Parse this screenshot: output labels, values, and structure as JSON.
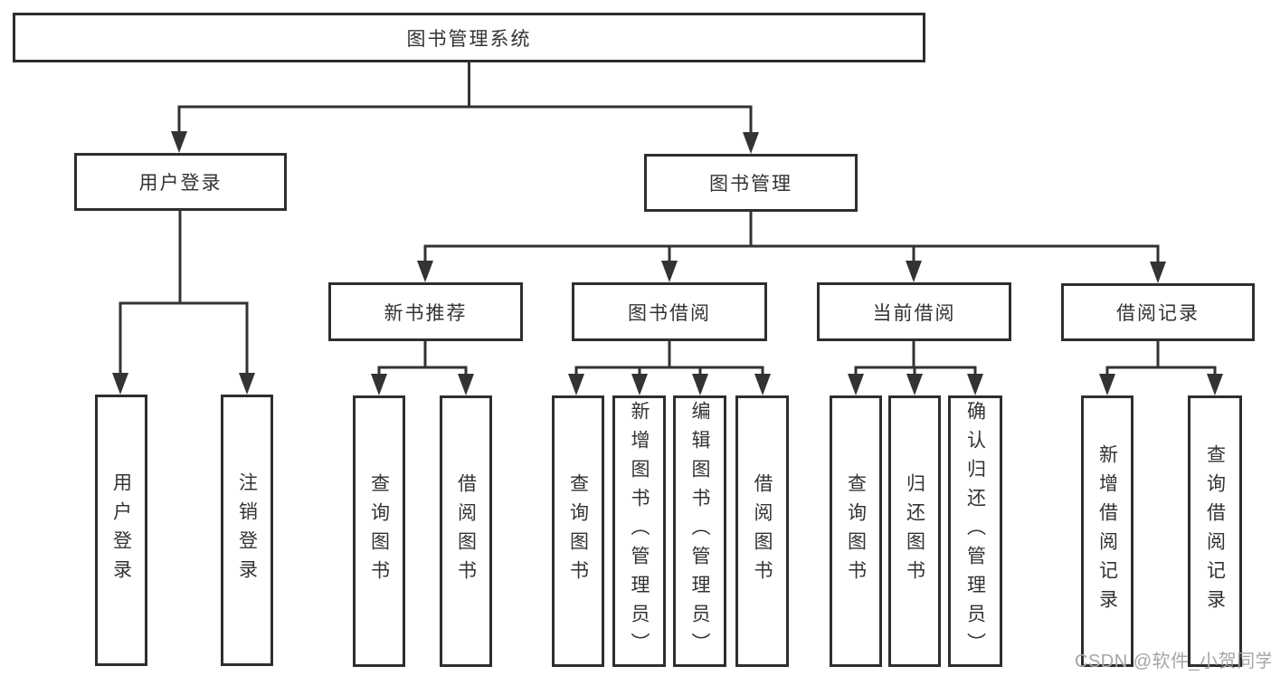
{
  "diagram": {
    "title": "图书管理系统",
    "branches": [
      {
        "label": "用户登录",
        "children": [
          {
            "label": "用户登录"
          },
          {
            "label": "注销登录"
          }
        ]
      },
      {
        "label": "图书管理",
        "children": [
          {
            "label": "新书推荐",
            "children": [
              {
                "label": "查询图书"
              },
              {
                "label": "借阅图书"
              }
            ]
          },
          {
            "label": "图书借阅",
            "children": [
              {
                "label": "查询图书"
              },
              {
                "label": "新增图书（管理员）"
              },
              {
                "label": "编辑图书（管理员）"
              },
              {
                "label": "借阅图书"
              }
            ]
          },
          {
            "label": "当前借阅",
            "children": [
              {
                "label": "查询图书"
              },
              {
                "label": "归还图书"
              },
              {
                "label": "确认归还（管理员）"
              }
            ]
          },
          {
            "label": "借阅记录",
            "children": [
              {
                "label": "新增借阅记录"
              },
              {
                "label": "查询借阅记录"
              }
            ]
          }
        ]
      }
    ]
  },
  "watermark": {
    "text": "CSDN @软件_小贺同学"
  },
  "colors": {
    "line": "#333333",
    "border": "#2e2e2e",
    "text": "#333333",
    "watermark": "#a6a6a6",
    "background": "#ffffff"
  }
}
